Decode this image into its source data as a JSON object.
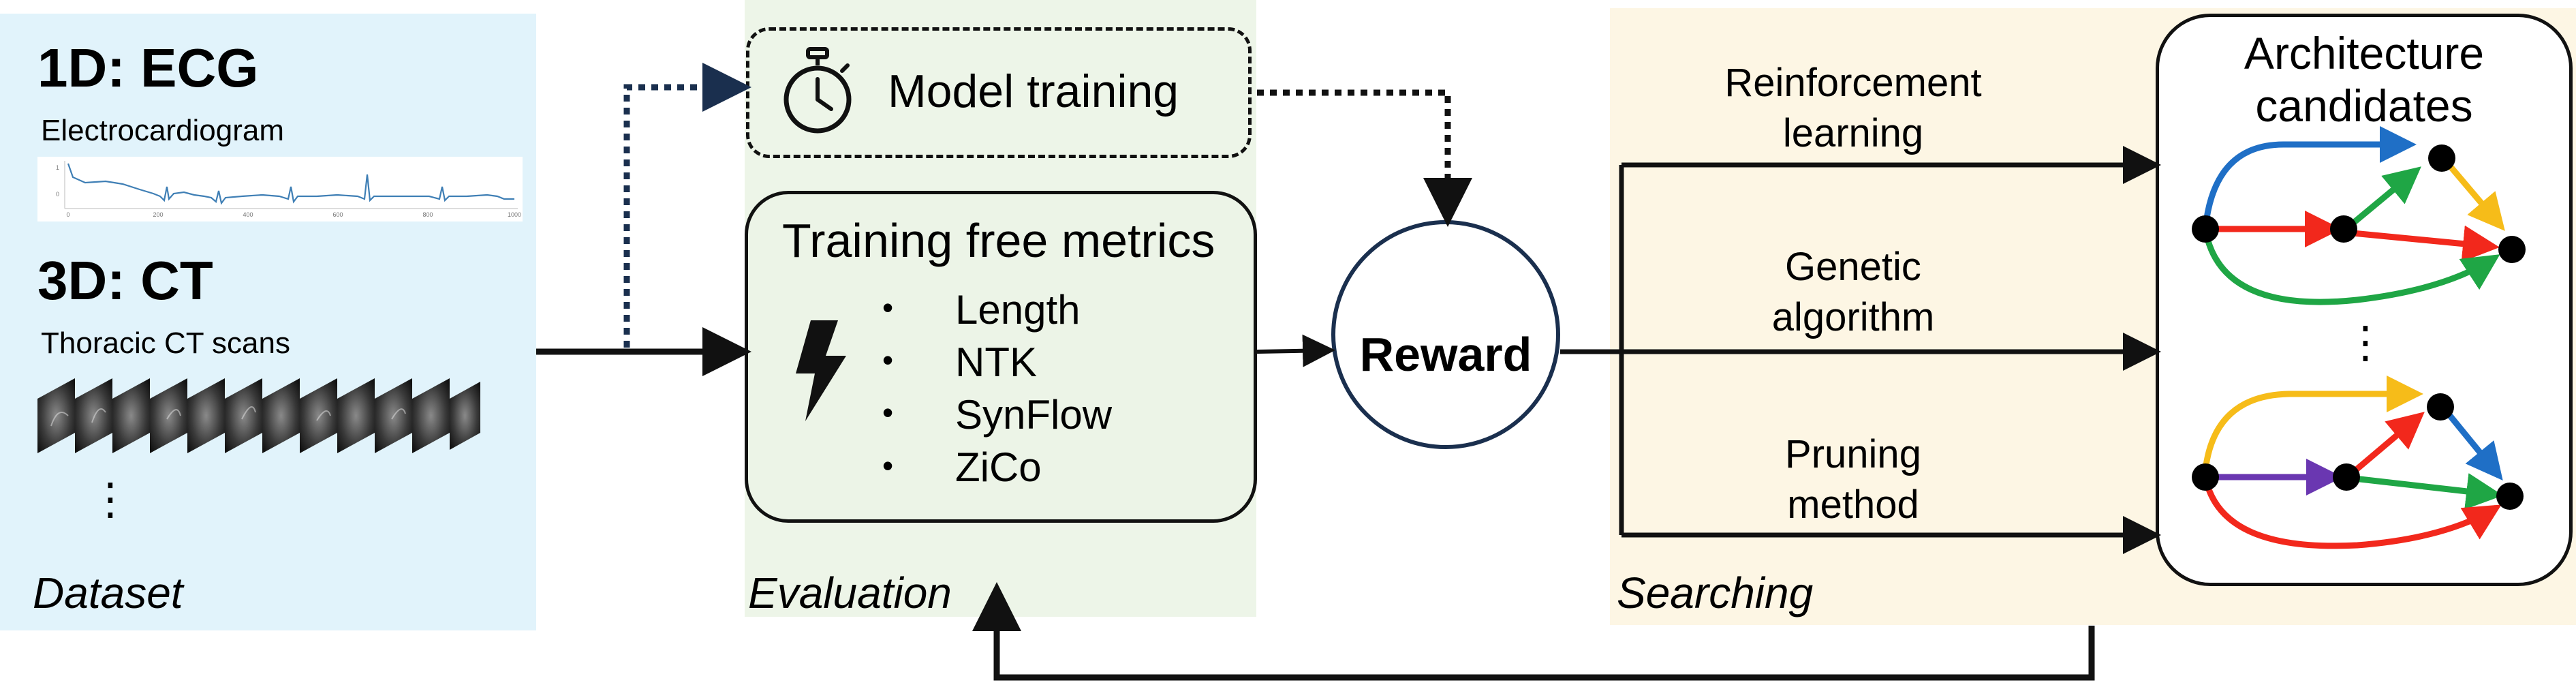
{
  "dataset": {
    "ecg_title": "1D: ECG",
    "ecg_subtitle": "Electrocardiogram",
    "ecg_ticks": [
      "0",
      "200",
      "400",
      "600",
      "800",
      "1000"
    ],
    "ecg_yticks": [
      "1",
      "0"
    ],
    "ct_title": "3D: CT",
    "ct_subtitle": "Thoracic CT scans",
    "ellipsis": "⋮",
    "panel_label": "Dataset"
  },
  "evaluation": {
    "model_training": "Model training",
    "metrics_title": "Training free metrics",
    "metrics": [
      "Length",
      "NTK",
      "SynFlow",
      "ZiCo"
    ],
    "bullet": "•",
    "panel_label": "Evaluation"
  },
  "reward": {
    "label": "Reward"
  },
  "searching": {
    "methods": [
      {
        "line1": "Reinforcement",
        "line2": "learning"
      },
      {
        "line1": "Genetic",
        "line2": "algorithm"
      },
      {
        "line1": "Pruning",
        "line2": "method"
      }
    ],
    "panel_label": "Searching"
  },
  "candidates": {
    "title_line1": "Architecture",
    "title_line2": "candidates",
    "ellipsis": "⋮"
  },
  "colors": {
    "dataset_bg": "#e1f3fb",
    "evaluation_bg": "#edf5e8",
    "searching_bg": "#fdf6e4",
    "metrics_box_bg": "#ecf4e7",
    "dotted_arrow": "#1a2f4e",
    "ecg_line": "#3f7fb5",
    "edge_blue": "#1f6fc6",
    "edge_red": "#f2281c",
    "edge_green": "#1fa645",
    "edge_yellow": "#f6bc19",
    "edge_purple": "#6a37b1"
  }
}
